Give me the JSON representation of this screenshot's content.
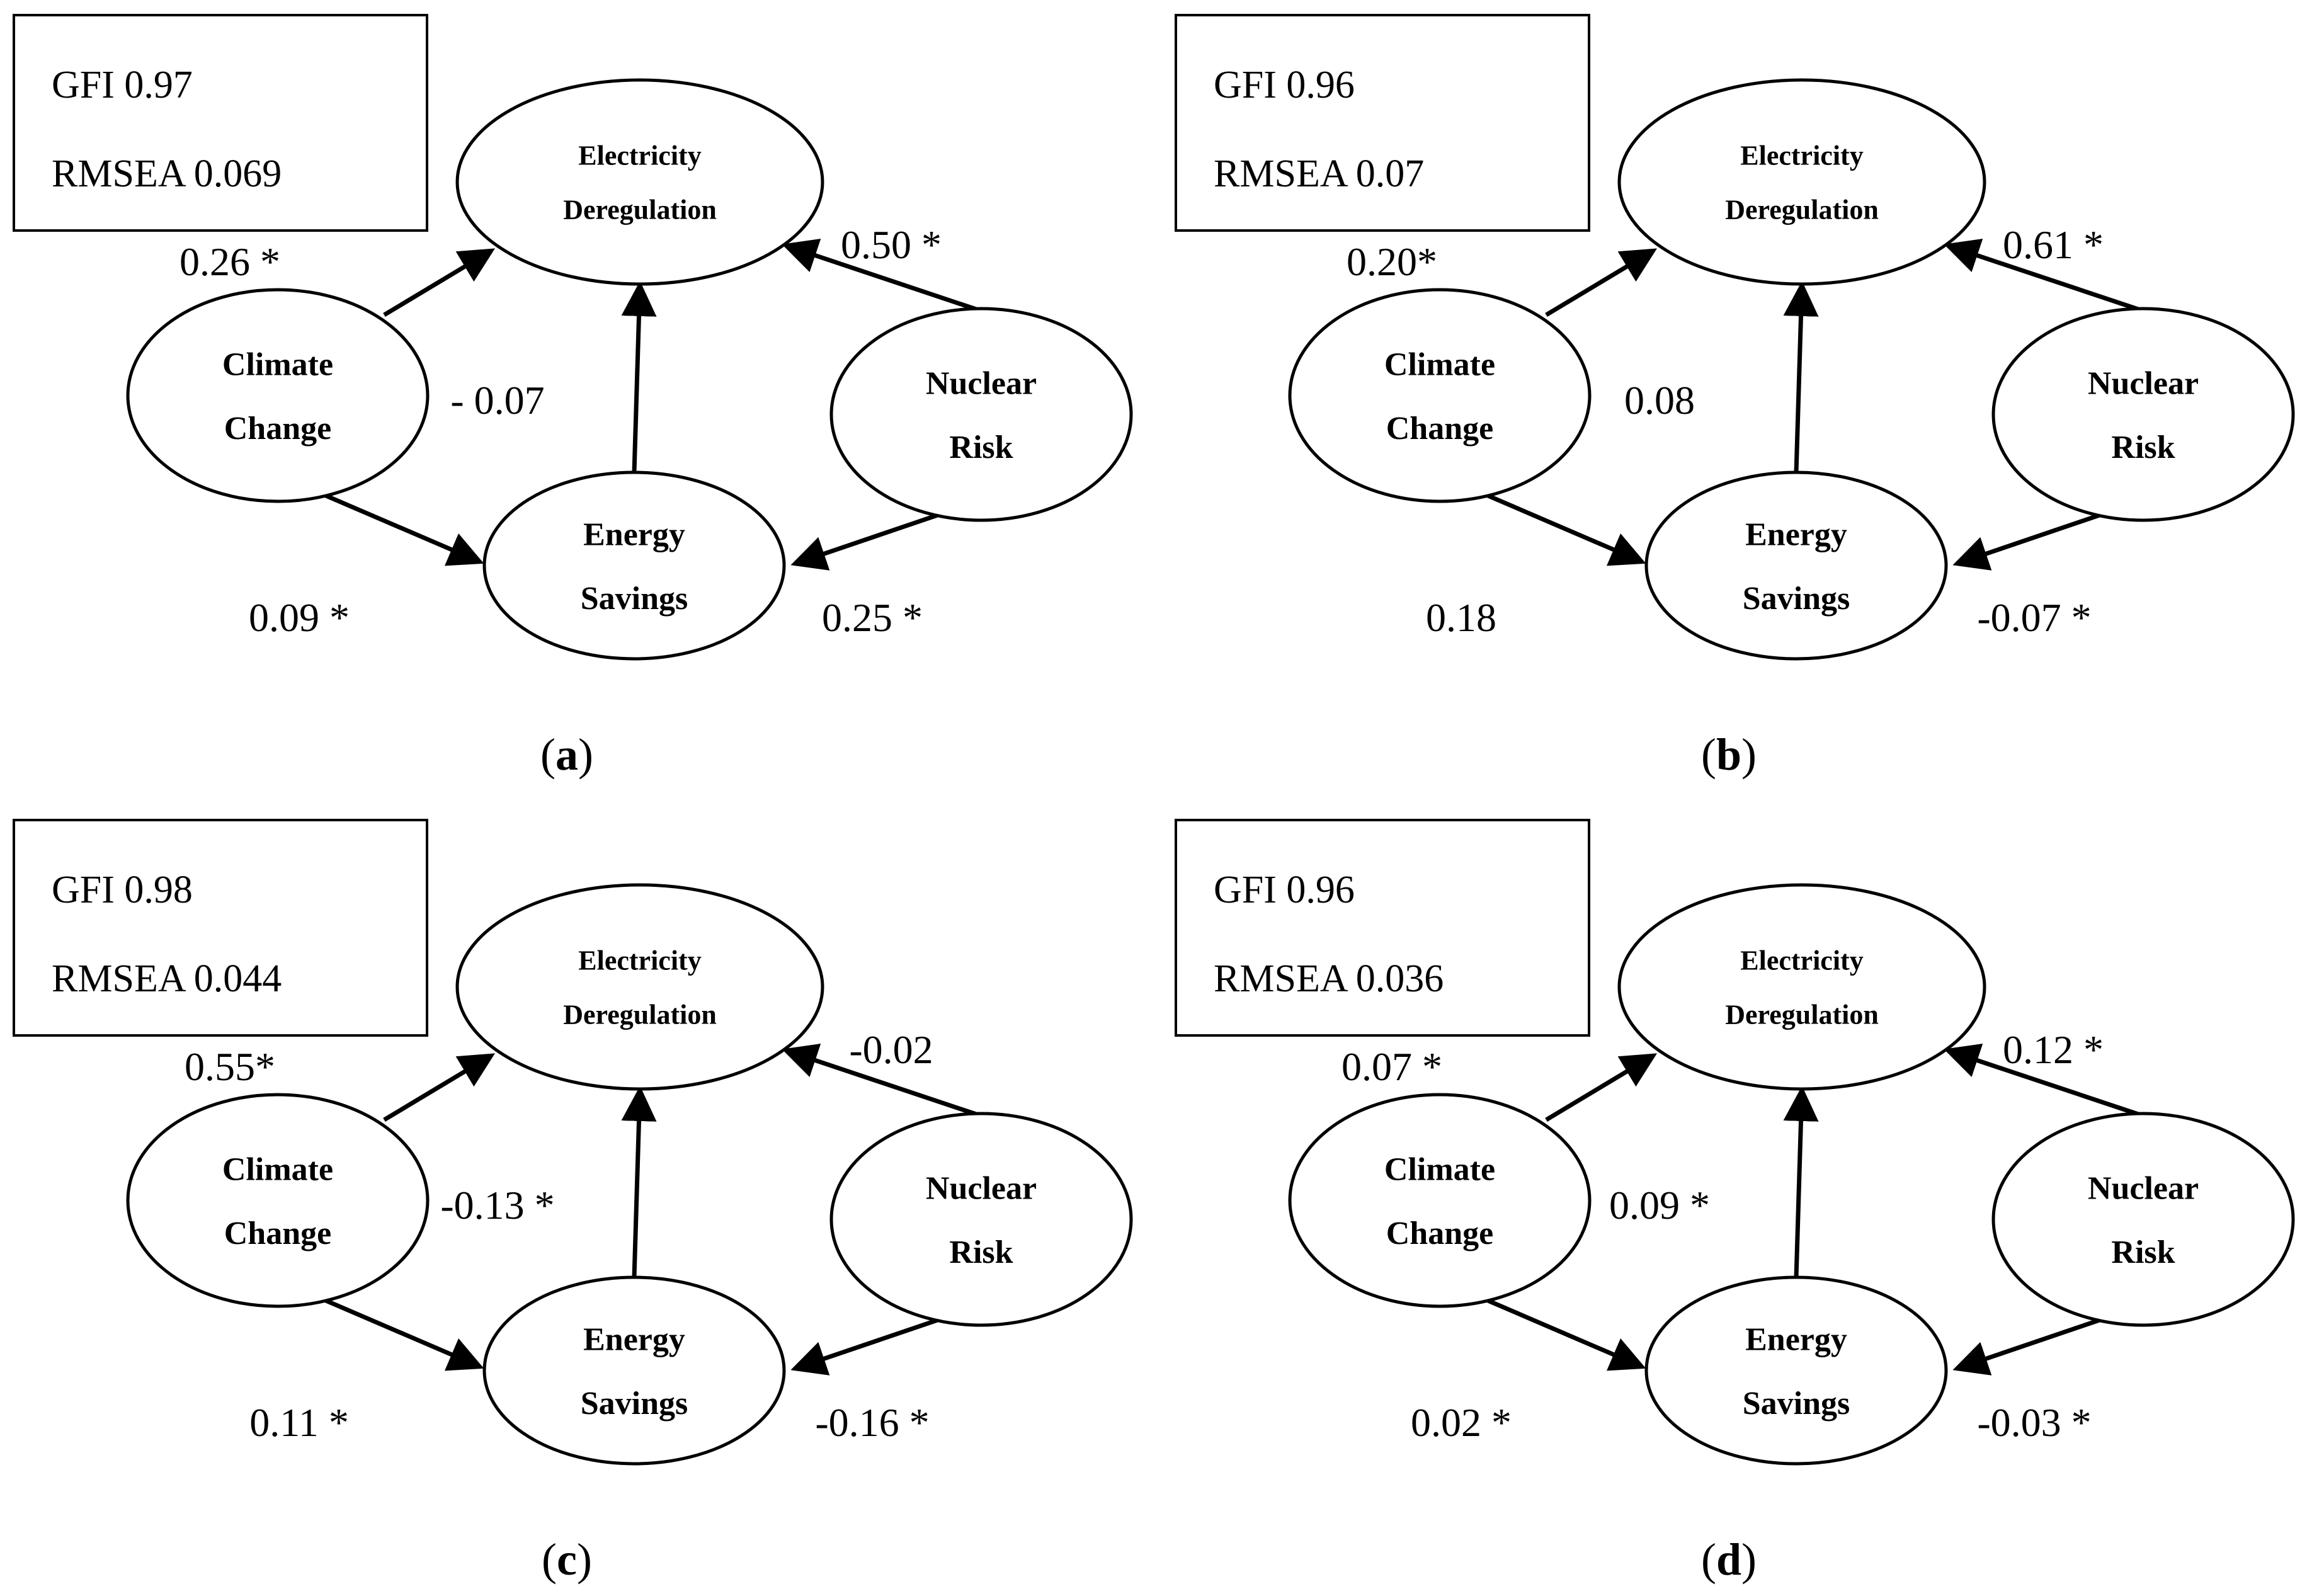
{
  "panels": [
    {
      "letter": "a",
      "fit": {
        "gfi": "GFI 0.97",
        "rmsea": "RMSEA 0.069"
      },
      "coefs": {
        "cc_ed": "0.26 *",
        "es_ed": "- 0.07",
        "nr_ed": "0.50 *",
        "cc_es": "0.09 *",
        "nr_es": "0.25 *"
      }
    },
    {
      "letter": "b",
      "fit": {
        "gfi": "GFI 0.96",
        "rmsea": "RMSEA 0.07"
      },
      "coefs": {
        "cc_ed": "0.20*",
        "es_ed": "0.08",
        "nr_ed": "0.61 *",
        "cc_es": "0.18",
        "nr_es": "-0.07 *"
      }
    },
    {
      "letter": "c",
      "fit": {
        "gfi": "GFI 0.98",
        "rmsea": "RMSEA 0.044"
      },
      "coefs": {
        "cc_ed": "0.55*",
        "es_ed": "-0.13 *",
        "nr_ed": "-0.02",
        "cc_es": "0.11 *",
        "nr_es": "-0.16 *"
      }
    },
    {
      "letter": "d",
      "fit": {
        "gfi": "GFI 0.96",
        "rmsea": "RMSEA 0.036"
      },
      "coefs": {
        "cc_ed": "0.07 *",
        "es_ed": "0.09 *",
        "nr_ed": "0.12 *",
        "cc_es": "0.02 *",
        "nr_es": "-0.03 *"
      }
    }
  ],
  "nodes": {
    "ed": [
      "Electricity",
      "Deregulation"
    ],
    "cc": [
      "Climate",
      "Change"
    ],
    "nr": [
      "Nuclear",
      "Risk"
    ],
    "es": [
      "Energy",
      "Savings"
    ]
  }
}
